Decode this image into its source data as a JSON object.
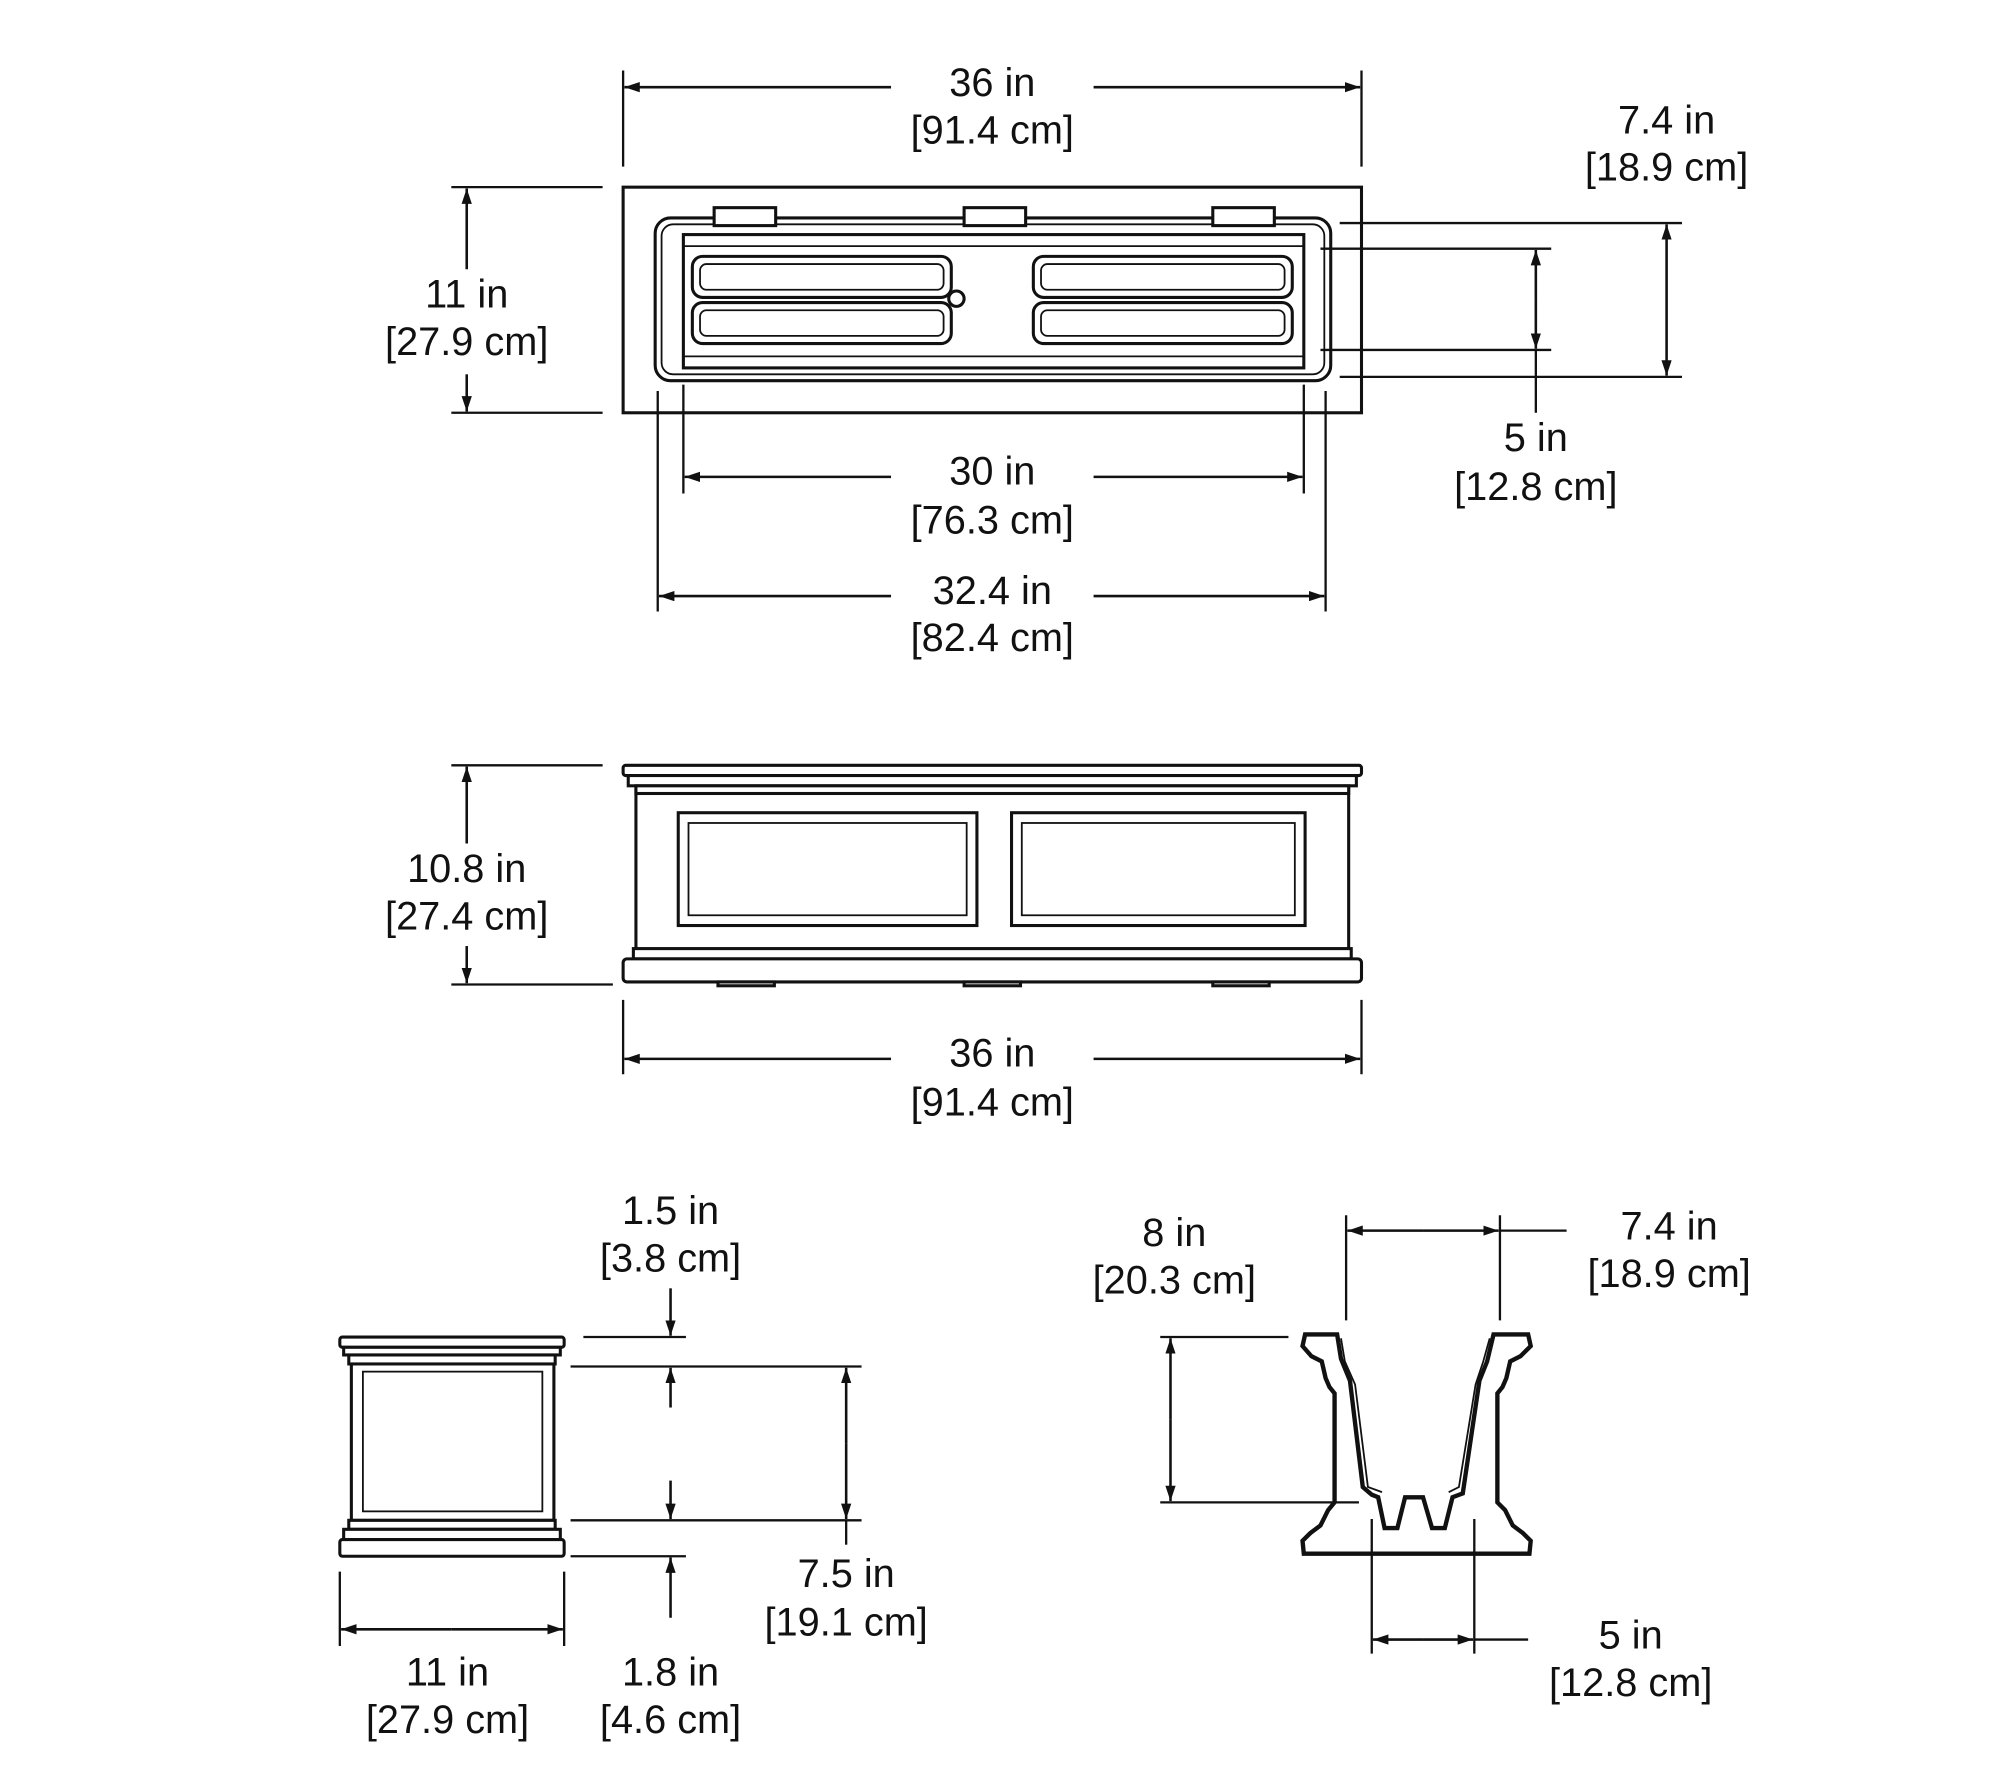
{
  "colors": {
    "line": "#111111",
    "background": "#ffffff"
  },
  "top_view": {
    "overall_length": {
      "in": "36 in",
      "cm": "[91.4 cm]"
    },
    "overall_width": {
      "in": "11 in",
      "cm": "[27.9 cm]"
    },
    "tray_outer_width": {
      "in": "7.4 in",
      "cm": "[18.9 cm]"
    },
    "tray_inner_width": {
      "in": "5 in",
      "cm": "[12.8 cm]"
    },
    "tray_inner_length": {
      "in": "30 in",
      "cm": "[76.3 cm]"
    },
    "tray_outer_length": {
      "in": "32.4 in",
      "cm": "[82.4 cm]"
    }
  },
  "front_view": {
    "height": {
      "in": "10.8 in",
      "cm": "[27.4 cm]"
    },
    "length": {
      "in": "36 in",
      "cm": "[91.4 cm]"
    }
  },
  "side_view": {
    "top_rim": {
      "in": "1.5 in",
      "cm": "[3.8 cm]"
    },
    "body_height": {
      "in": "7.5 in",
      "cm": "[19.1 cm]"
    },
    "base": {
      "in": "1.8 in",
      "cm": "[4.6 cm]"
    },
    "width": {
      "in": "11 in",
      "cm": "[27.9 cm]"
    }
  },
  "section_view": {
    "depth": {
      "in": "8 in",
      "cm": "[20.3 cm]"
    },
    "top_width": {
      "in": "7.4 in",
      "cm": "[18.9 cm]"
    },
    "bottom_width": {
      "in": "5 in",
      "cm": "[12.8 cm]"
    }
  }
}
